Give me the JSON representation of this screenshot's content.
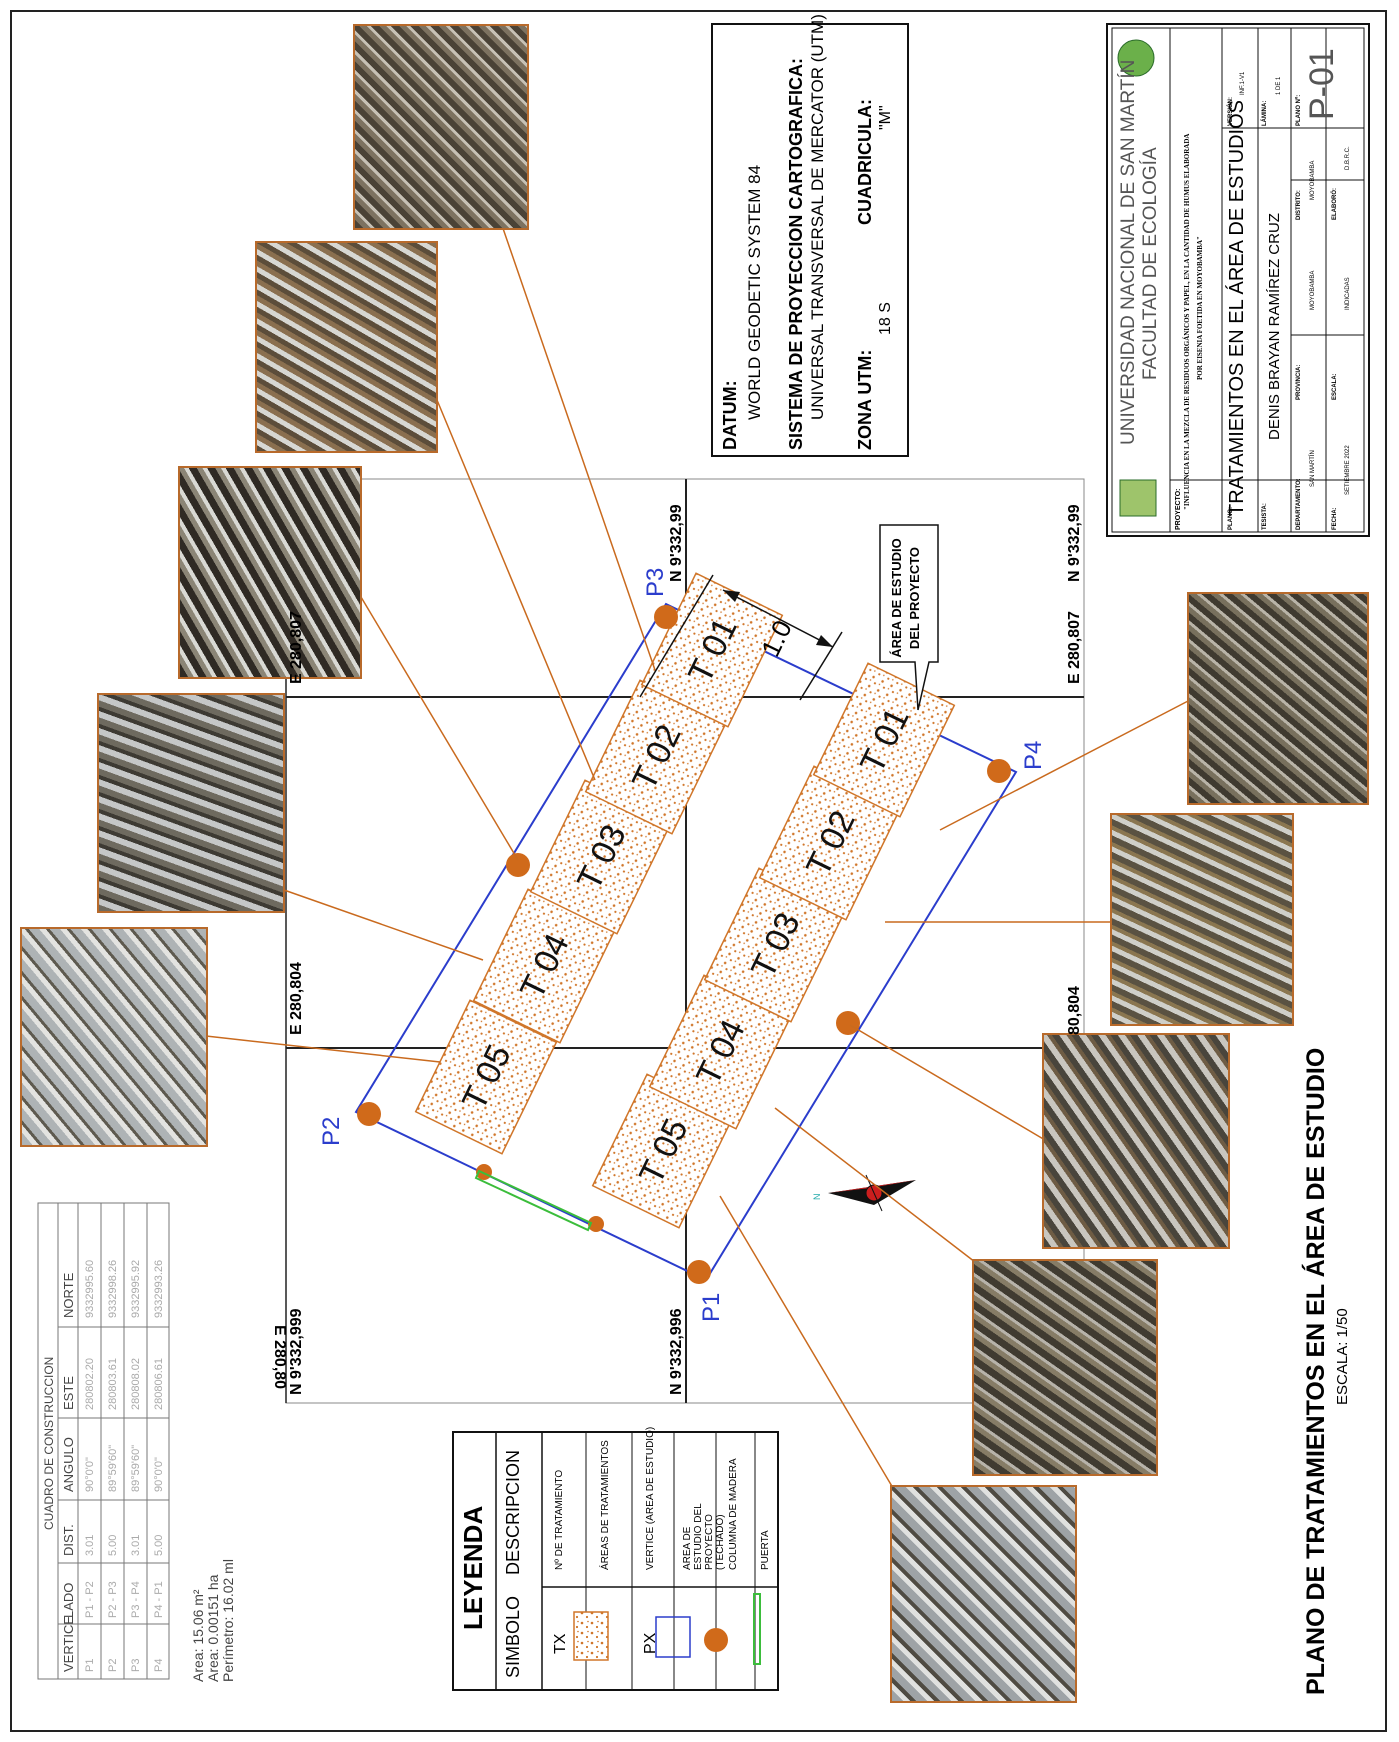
{
  "title_block": {
    "university": "UNIVERSIDAD NACIONAL DE SAN MARTÍN",
    "faculty": "FACULTAD DE ECOLOGÍA",
    "project_label": "PROYECTO:",
    "project_line1": "\"INFLUENCIA EN LA MEZCLA DE RESIDUOS ORGÁNICOS Y PAPEL, EN LA CANTIDAD DE HUMUS ELABORADA",
    "project_line2": "POR EISENIA FOETIDA EN MOYOBAMBA\"",
    "plan_label": "PLANO:",
    "plan_title": "TRATAMIENTOS EN EL ÁREA DE ESTUDIOS",
    "thesis_label": "TESISTA:",
    "author": "DENIS BRAYAN RAMÍREZ CRUZ",
    "version_label": "VERSIÓN:",
    "version": "INF.1-V1",
    "sheet_label": "LÁMINA:",
    "sheet": "1 DE 1",
    "plan_no_label": "PLANO Nº:",
    "plan_no": "P-01",
    "dept_label": "DEPARTAMENTO:",
    "dept": "SAN MARTÍN",
    "province_label": "PROVINCIA:",
    "province": "MOYOBAMBA",
    "district_label": "DISTRITO:",
    "district": "MOYOBAMBA",
    "date_label": "FECHA:",
    "date": "SETIEMBRE 2022",
    "scale_label": "ESCALA:",
    "scale": "INDICADAS",
    "drawn_label": "ELABORÓ:",
    "drawn": "D.B.R.C."
  },
  "datum_box": {
    "datum_label": "DATUM:",
    "datum": "WORLD GEODETIC SYSTEM 84",
    "system_label": "SISTEMA DE PROYECCION CARTOGRAFICA:",
    "system": "UNIVERSAL TRANSVERSAL DE MERCATOR (UTM)",
    "zone_label": "ZONA UTM:",
    "zone": "18 S",
    "grid_label": "CUADRICULA:",
    "grid": "\"M\""
  },
  "map": {
    "grid_labels": {
      "n_top_left": "N 9'332,999",
      "n_top_right": "N 9'332,99",
      "n_bottom_left": "N 9'332,996",
      "n_bottom_right": "N 9'332,99",
      "e_left": "E 280,80",
      "e_mid": "E 280,804",
      "e_mid_right": "80,804",
      "e_right_left": "E 280,807",
      "e_right_right": "E 280,807"
    },
    "vertices": [
      "P1",
      "P2",
      "P3",
      "P4"
    ],
    "row_a": [
      "T 05",
      "T 04",
      "T 03",
      "T 02",
      "T 01"
    ],
    "row_b": [
      "T 05",
      "T 04",
      "T 03",
      "T 02",
      "T 01"
    ],
    "dimension": "1.0",
    "callout": "ÁREA DE ESTUDIO DEL PROYECTO",
    "north": "N"
  },
  "main_title": "PLANO DE TRATAMIENTOS EN EL ÁREA DE ESTUDIO",
  "main_scale": "ESCALA: 1/50",
  "legend": {
    "title": "LEYENDA",
    "col_symbol": "SIMBOLO",
    "col_desc": "DESCRIPCION",
    "rows": [
      {
        "symbol": "TX",
        "desc": "Nº DE TRATAMIENTO"
      },
      {
        "symbol": "",
        "desc": "ÁREAS DE TRATAMIENTOS"
      },
      {
        "symbol": "PX",
        "desc": "VERTICE (AREA DE ESTUDIO)"
      },
      {
        "symbol": "",
        "desc": "AREA DE ESTUDIO DEL PROYECTO (TECHADO)"
      },
      {
        "symbol": "",
        "desc": "COLUMNA DE MADERA"
      },
      {
        "symbol": "",
        "desc": "PUERTA"
      }
    ]
  },
  "construction_table": {
    "title": "CUADRO DE CONSTRUCCION",
    "headers": [
      "VERTICE",
      "LADO",
      "DIST.",
      "ANGULO",
      "ESTE",
      "NORTE"
    ],
    "rows": [
      [
        "P1",
        "P1 - P2",
        "3.01",
        "90°0'0\"",
        "280802.20",
        "9332995.60"
      ],
      [
        "P2",
        "P2 - P3",
        "5.00",
        "89°59'60\"",
        "280803.61",
        "9332998.26"
      ],
      [
        "P3",
        "P3 - P4",
        "3.01",
        "89°59'60\"",
        "280808.02",
        "9332995.92"
      ],
      [
        "P4",
        "P4 - P1",
        "5.00",
        "90°0'0\"",
        "280806.61",
        "9332993.26"
      ]
    ]
  },
  "area_info": {
    "area_m2": "Area: 15.06 m²",
    "area_ha": "Area: 0.00151 ha",
    "perimeter": "Perímetro: 16.02 ml"
  },
  "colors": {
    "orange": "#c96a1e",
    "blue": "#2b3dcc",
    "green": "#3bbd3b",
    "grid": "#222222"
  }
}
